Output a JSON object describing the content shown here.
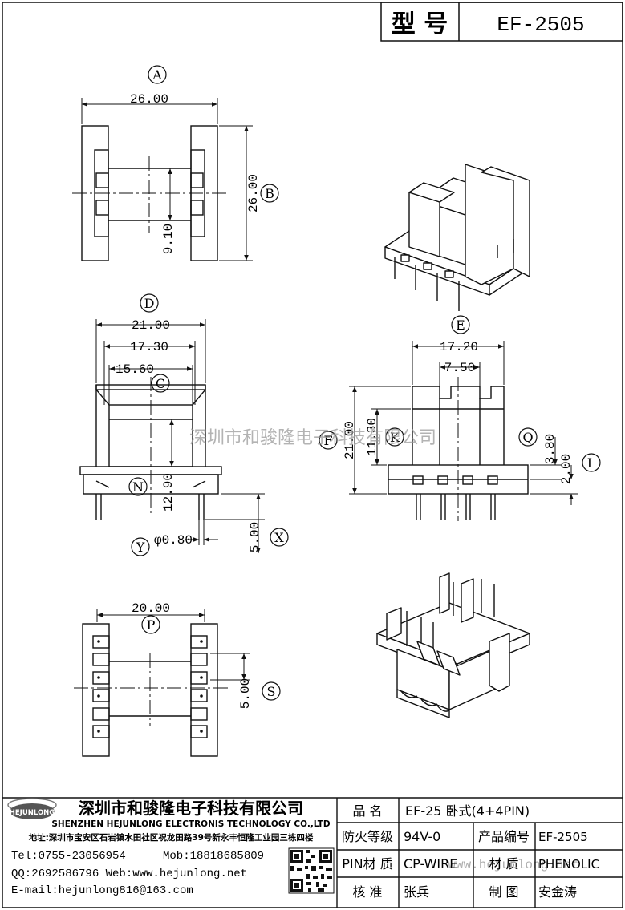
{
  "header": {
    "model_label": "型 号",
    "model_value": "EF-2505"
  },
  "watermark": "深圳市和骏隆电子科技有限公司",
  "watermark_url": "www.hejunlong.net",
  "labels": {
    "A": "A",
    "B": "B",
    "C": "C",
    "D": "D",
    "E": "E",
    "F": "F",
    "K": "K",
    "L": "L",
    "N": "N",
    "P": "P",
    "Q": "Q",
    "S": "S",
    "X": "X",
    "Y": "Y"
  },
  "dims": {
    "a_width": "26.00",
    "b_height": "26.00",
    "c_gap": "9.10",
    "d_width": "21.00",
    "d_inner": "17.30",
    "d_core": "15.60",
    "n_height": "12.90",
    "x_pin": "5.00",
    "y_dia": "φ0.80",
    "e_width": "17.20",
    "e_center": "7.50",
    "f_height": "21.00",
    "k_height": "11.30",
    "q_height": "3.80",
    "l_height": "2.00",
    "p_width": "20.00",
    "s_pitch": "5.00"
  },
  "company": {
    "logo_text": "HEJUNLONG",
    "name_cn": "深圳市和骏隆电子科技有限公司",
    "name_en": "SHENZHEN HEJUNLONG ELECTRONIS TECHNOLOGY CO.,LTD",
    "address": "地址:深圳市宝安区石岩镇水田社区祝龙田路39号新永丰恒隆工业园三栋四楼",
    "tel": "Tel:0755-23056954",
    "mob": "Mob:18818685809",
    "qq_web": "QQ:2692586796 Web:www.hejunlong.net",
    "email": "E-mail:hejunlong816@163.com"
  },
  "specs": {
    "name_label": "品 名",
    "name_value": "EF-25 卧式(4+4PIN)",
    "fire_label": "防火等级",
    "fire_value": "94V-0",
    "code_label": "产品编号",
    "code_value": "EF-2505",
    "pin_label": "PIN材 质",
    "pin_value": "CP-WIRE",
    "mat_label": "材 质",
    "mat_value": "PHENOLIC",
    "check_label": "核 准",
    "check_value": "张兵",
    "draw_label": "制 图",
    "draw_value": "安金涛"
  }
}
